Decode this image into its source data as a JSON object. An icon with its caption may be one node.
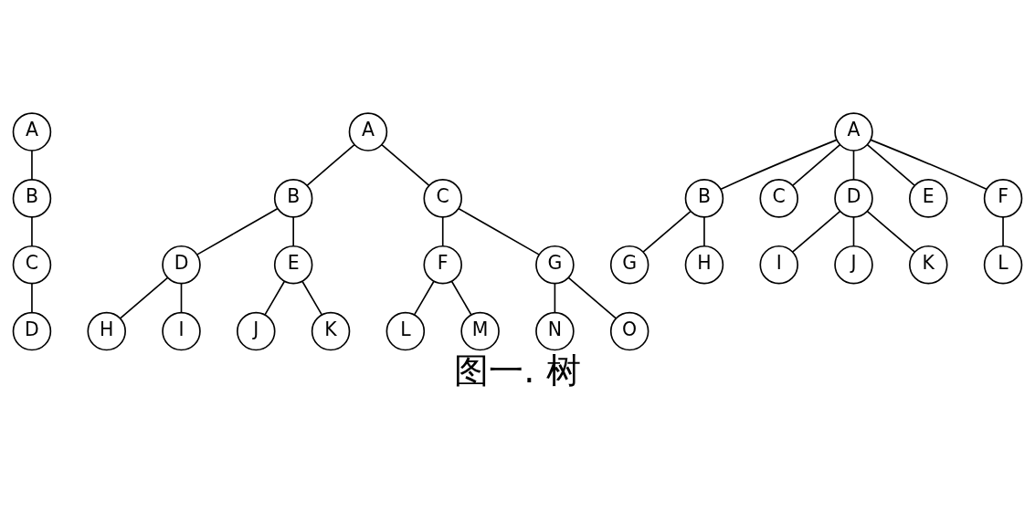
{
  "diagram": {
    "caption": "图一. 树",
    "nodes": [
      {
        "text": [
          "A"
        ]
      },
      {
        "text": [
          "B"
        ]
      },
      {
        "text": [
          "C"
        ]
      },
      {
        "text": [
          "D"
        ]
      },
      {
        "text": [
          "A"
        ]
      },
      {
        "text": [
          "B"
        ]
      },
      {
        "text": [
          "C"
        ]
      },
      {
        "text": [
          "D"
        ]
      },
      {
        "text": [
          "E"
        ]
      },
      {
        "text": [
          "F"
        ]
      },
      {
        "text": [
          "G"
        ]
      },
      {
        "text": [
          "H"
        ]
      },
      {
        "text": [
          "I"
        ]
      },
      {
        "text": [
          "J"
        ]
      },
      {
        "text": [
          "K"
        ]
      },
      {
        "text": [
          "L"
        ]
      },
      {
        "text": [
          "M"
        ]
      },
      {
        "text": [
          "N"
        ]
      },
      {
        "text": [
          "O"
        ]
      },
      {
        "text": [
          "A"
        ]
      },
      {
        "text": [
          "B"
        ]
      },
      {
        "text": [
          "C"
        ]
      },
      {
        "text": [
          "D"
        ]
      },
      {
        "text": [
          "E"
        ]
      },
      {
        "text": [
          "F"
        ]
      },
      {
        "text": [
          "G"
        ]
      },
      {
        "text": [
          "H"
        ]
      },
      {
        "text": [
          "I"
        ]
      },
      {
        "text": [
          "J"
        ]
      },
      {
        "text": [
          "K"
        ]
      },
      {
        "text": [
          "L"
        ]
      }
    ],
    "edges": [
      {
        "from": 0,
        "to": 1,
        "arrow": "none"
      },
      {
        "from": 1,
        "to": 2,
        "arrow": "none"
      },
      {
        "from": 2,
        "to": 3,
        "arrow": "none"
      },
      {
        "from": 4,
        "to": 5,
        "arrow": "none"
      },
      {
        "from": 4,
        "to": 6,
        "arrow": "none"
      },
      {
        "from": 5,
        "to": 7,
        "arrow": "none"
      },
      {
        "from": 5,
        "to": 8,
        "arrow": "none"
      },
      {
        "from": 6,
        "to": 9,
        "arrow": "none"
      },
      {
        "from": 6,
        "to": 10,
        "arrow": "none"
      },
      {
        "from": 7,
        "to": 11,
        "arrow": "none"
      },
      {
        "from": 7,
        "to": 12,
        "arrow": "none"
      },
      {
        "from": 8,
        "to": 13,
        "arrow": "none"
      },
      {
        "from": 8,
        "to": 14,
        "arrow": "none"
      },
      {
        "from": 9,
        "to": 15,
        "arrow": "none"
      },
      {
        "from": 9,
        "to": 16,
        "arrow": "none"
      },
      {
        "from": 10,
        "to": 17,
        "arrow": "none"
      },
      {
        "from": 10,
        "to": 18,
        "arrow": "none"
      },
      {
        "from": 19,
        "to": 20,
        "arrow": "none"
      },
      {
        "from": 19,
        "to": 21,
        "arrow": "none"
      },
      {
        "from": 19,
        "to": 22,
        "arrow": "none"
      },
      {
        "from": 19,
        "to": 23,
        "arrow": "none"
      },
      {
        "from": 19,
        "to": 24,
        "arrow": "none"
      },
      {
        "from": 20,
        "to": 25,
        "arrow": "none"
      },
      {
        "from": 20,
        "to": 26,
        "arrow": "none"
      },
      {
        "from": 22,
        "to": 27,
        "arrow": "none"
      },
      {
        "from": 22,
        "to": 28,
        "arrow": "none"
      },
      {
        "from": 22,
        "to": 29,
        "arrow": "none"
      },
      {
        "from": 24,
        "to": 30,
        "arrow": "none"
      }
    ]
  }
}
